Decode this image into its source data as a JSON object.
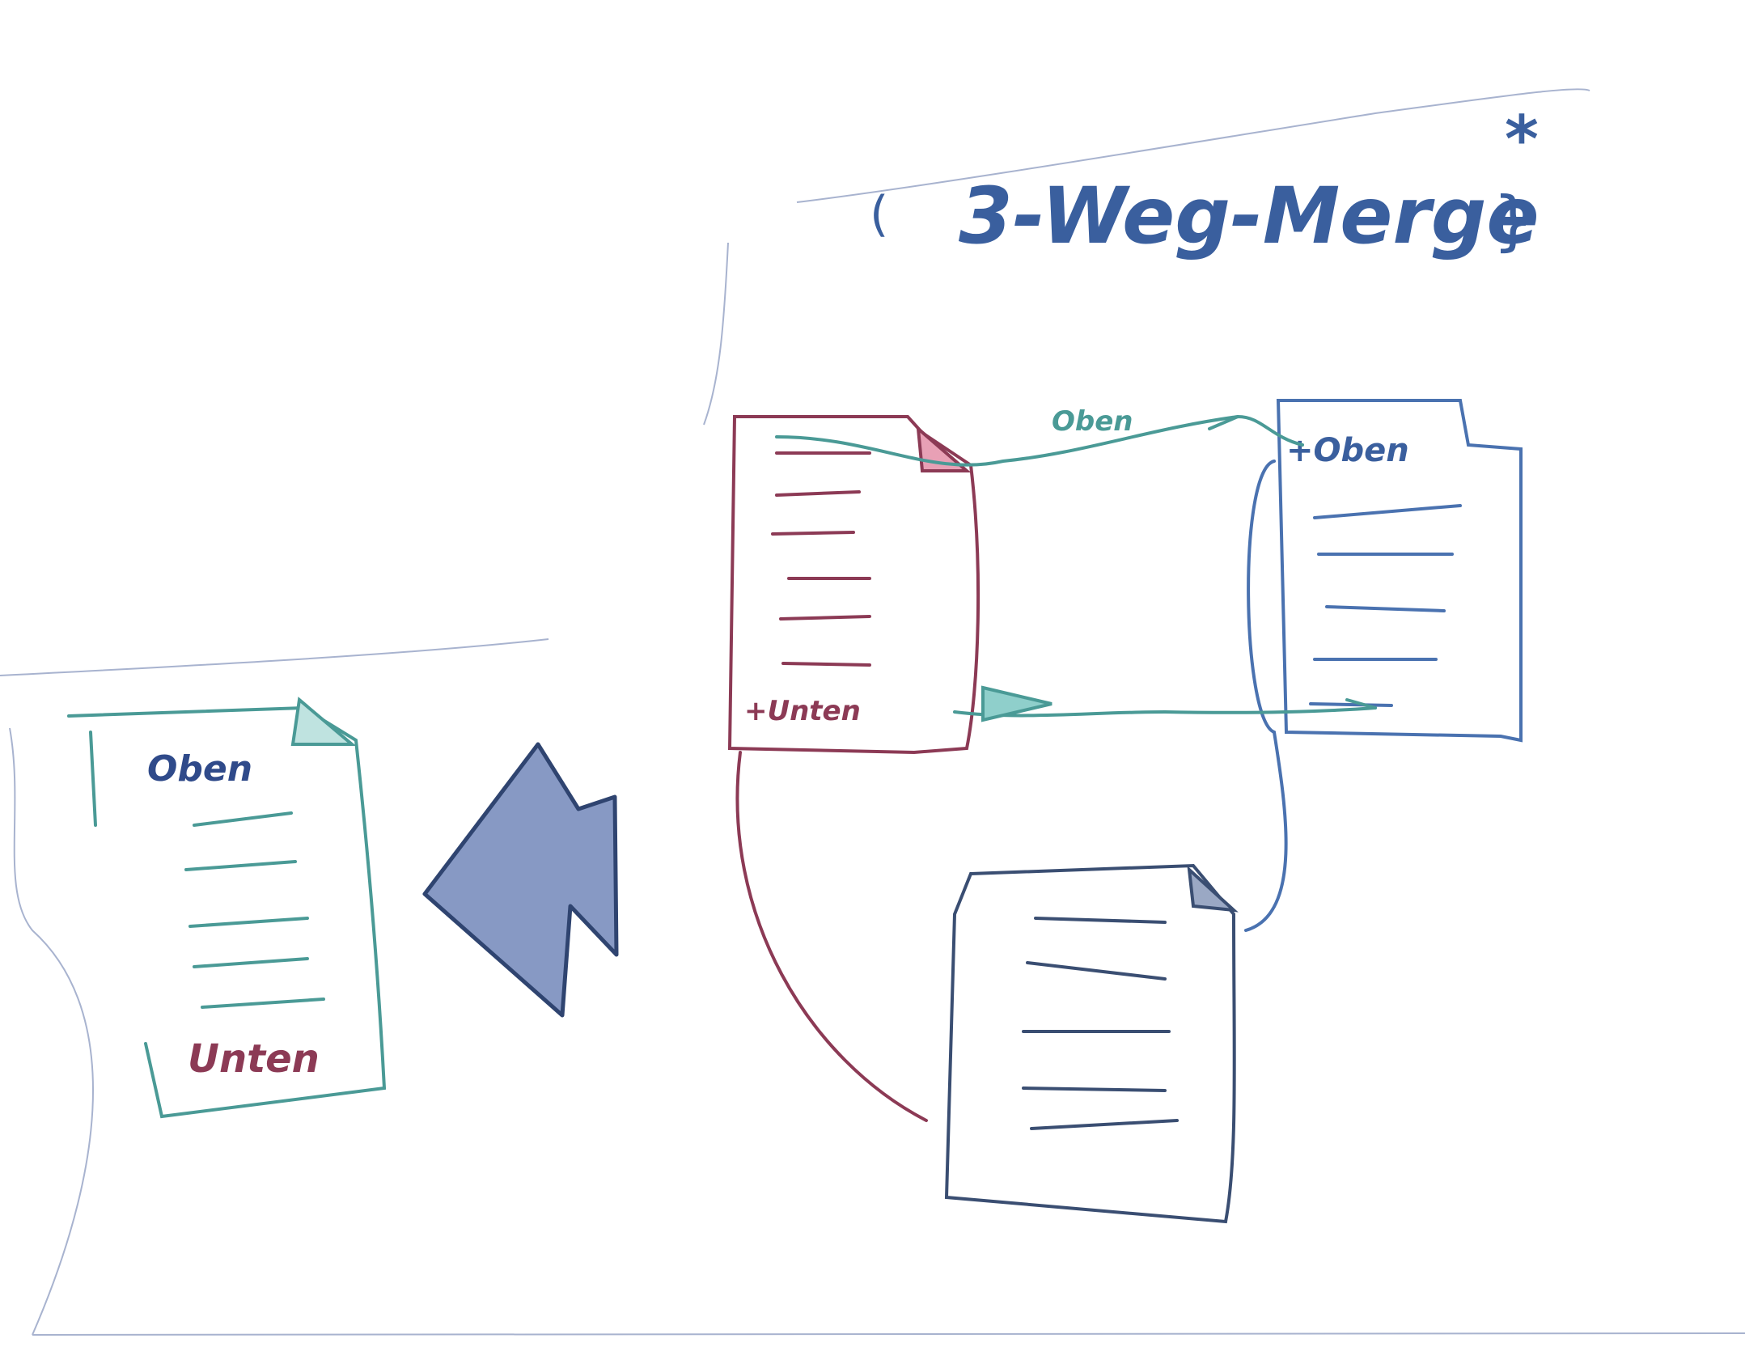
{
  "title": {
    "text": "3-Weg-Merge",
    "suffix": "*"
  },
  "labels": {
    "oben_left": "Oben",
    "unten_left": "Unten",
    "arrow_label": "Oben",
    "oben_right": "+Oben",
    "unten_source": "+Unten"
  },
  "colors": {
    "title": "#3a5f9e",
    "teal": "#4a9a96",
    "maroon": "#8c3a55",
    "blue": "#4a72b0",
    "dark": "#3a4e72",
    "arrow_fill": "#8799c4",
    "arrow_stroke": "#2f4470",
    "outline": "#a8b3cf"
  }
}
